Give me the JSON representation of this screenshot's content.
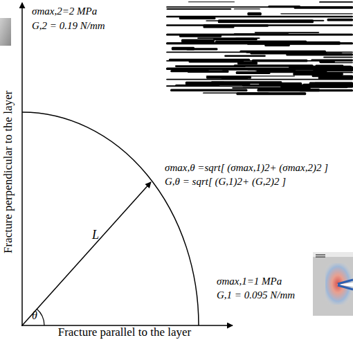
{
  "diagram": {
    "labels": [
      "σmax,2=2 MPa",
      "G,2 = 0.19 N/mm",
      "Fracture perpendicular to the layer",
      "σmax,θ =sqrt[ (σmax,1)2+ (σmax,2)2 ]",
      "G,θ = sqrt[ (G,1)2+ (G,2)2 ]",
      "L",
      "θ",
      "σmax,1=1 MPa",
      "G,1 = 0.095 N/mm",
      "Fracture parallel to the layer"
    ]
  }
}
